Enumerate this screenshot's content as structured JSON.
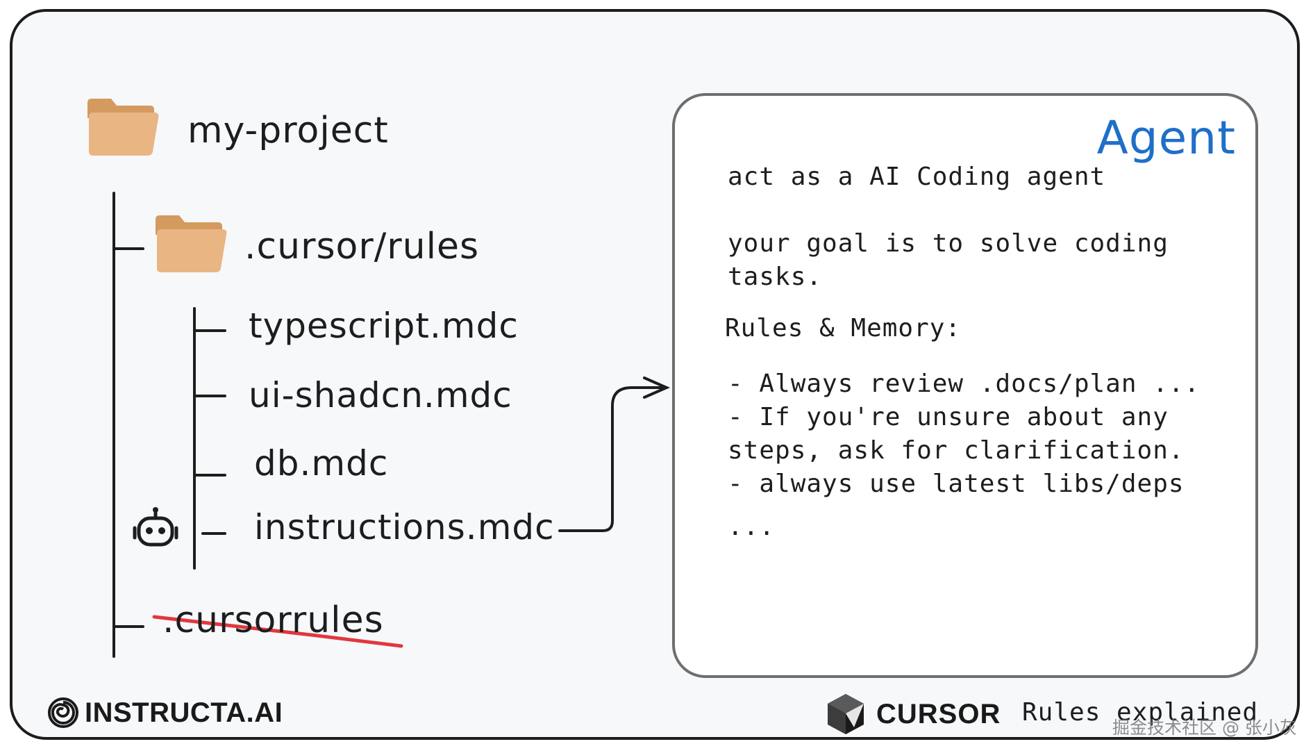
{
  "tree": {
    "project": "my-project",
    "rules_dir": ".cursor/rules",
    "files": [
      "typescript.mdc",
      "ui-shadcn.mdc",
      "db.mdc",
      "instructions.mdc"
    ],
    "legacy": ".cursorrules"
  },
  "agent_card": {
    "title": "Agent",
    "lines": [
      "act as a AI Coding agent",
      "your goal is to solve coding",
      "tasks.",
      "Rules & Memory:",
      "- Always review .docs/plan ...",
      "- If you're unsure about any",
      "steps, ask for clarification.",
      "- always use latest libs/deps",
      "..."
    ]
  },
  "footer": {
    "left_brand": "INSTRUCTA.AI",
    "right_brand": "CURSOR",
    "subtitle": "Rules explained",
    "watermark": "掘金技术社区 @ 张小灰"
  },
  "colors": {
    "folder": "#e8b583",
    "folder_tab": "#d59a5f",
    "accent": "#1f6fc8",
    "strike": "#e0383e",
    "ink": "#1d1d1d"
  },
  "icons": [
    "folder-icon",
    "robot-icon",
    "instructa-logo-icon",
    "cursor-logo-icon"
  ]
}
